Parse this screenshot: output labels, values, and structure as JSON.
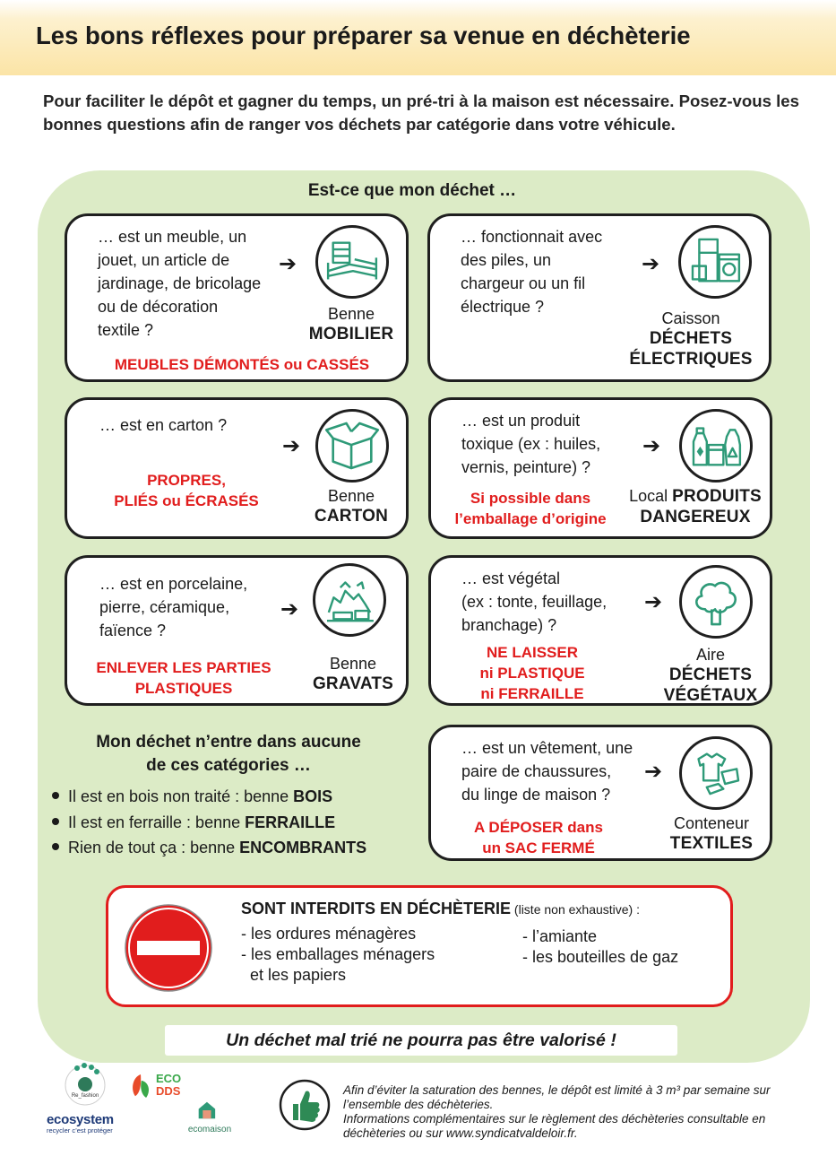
{
  "title": "Les bons réflexes pour préparer sa venue en déchèterie",
  "intro": "Pour faciliter le dépôt et gagner du temps, un pré-tri à la maison est nécessaire. Posez-vous les bonnes questions afin de ranger vos déchets par catégorie dans votre véhicule.",
  "question": "Est-ce que mon déchet …",
  "arrow": "➔",
  "cards": {
    "mobilier": {
      "q": [
        "… est un meuble, un",
        "jouet, un article de",
        "jardinage, de bricolage",
        "ou de décoration",
        "textile ?"
      ],
      "dest_line": "Benne",
      "dest_bold": [
        "MOBILIER"
      ],
      "note": [
        "MEUBLES  DÉMONTÉS ou CASSÉS"
      ],
      "icon": "furniture-icon"
    },
    "electriques": {
      "q": [
        "… fonctionnait avec",
        "des piles, un",
        "chargeur ou un fil",
        "électrique ?"
      ],
      "dest_line": "Caisson",
      "dest_bold": [
        "DÉCHETS",
        "ÉLECTRIQUES"
      ],
      "note": [],
      "icon": "appliances-icon"
    },
    "carton": {
      "q": [
        "… est en carton ?"
      ],
      "dest_line": "Benne",
      "dest_bold": [
        "CARTON"
      ],
      "note": [
        "PROPRES,",
        "PLIÉS ou ÉCRASÉS"
      ],
      "icon": "box-icon"
    },
    "dangereux": {
      "q": [
        "… est un produit",
        "toxique (ex : huiles,",
        "vernis, peinture) ?"
      ],
      "dest_line": "Local",
      "dest_inline_bold": "PRODUITS",
      "dest_bold": [
        "DANGEREUX"
      ],
      "note": [
        "Si possible dans",
        "l’emballage d’origine"
      ],
      "icon": "hazard-products-icon"
    },
    "gravats": {
      "q": [
        "… est en porcelaine,",
        "pierre, céramique,",
        "faïence ?"
      ],
      "dest_line": "Benne",
      "dest_bold": [
        "GRAVATS"
      ],
      "note": [
        "ENLEVER LES PARTIES",
        "PLASTIQUES"
      ],
      "icon": "rubble-icon"
    },
    "vegetaux": {
      "q": [
        "… est végétal",
        "(ex : tonte, feuillage,",
        "branchage) ?"
      ],
      "dest_line": "Aire",
      "dest_bold": [
        "DÉCHETS",
        "VÉGÉTAUX"
      ],
      "note": [
        "NE LAISSER",
        "ni PLASTIQUE",
        "ni FERRAILLE"
      ],
      "icon": "tree-icon"
    },
    "textiles": {
      "q": [
        "… est un vêtement, une",
        "paire de chaussures,",
        "du linge de maison ?"
      ],
      "dest_line": "Conteneur",
      "dest_bold": [
        "TEXTILES"
      ],
      "note": [
        "A DÉPOSER dans",
        "un SAC FERMÉ"
      ],
      "icon": "clothes-icon"
    }
  },
  "other": {
    "title_1": "Mon déchet n’entre dans aucune",
    "title_2": "de ces catégories …",
    "items": [
      {
        "text": "Il est en bois non traité : benne ",
        "bold": "BOIS"
      },
      {
        "text": "Il est en ferraille : benne ",
        "bold": "FERRAILLE"
      },
      {
        "text": "Rien de tout ça : benne ",
        "bold": "ENCOMBRANTS"
      }
    ]
  },
  "forbidden": {
    "title": "SONT INTERDITS EN DÉCHÈTERIE",
    "subtitle": " (liste non exhaustive) :",
    "left": [
      "- les ordures ménagères",
      "- les emballages ménagers",
      "  et les papiers"
    ],
    "right": [
      "- l’amiante",
      "- les bouteilles de gaz"
    ],
    "icon": "no-entry-sign-icon"
  },
  "banner": "Un déchet mal trié ne pourra pas être valorisé !",
  "footer": {
    "note_1": "Afin d’éviter la saturation des bennes, le dépôt est limité à 3 m³ par semaine sur l’ensemble des déchèteries.",
    "note_2": "Informations complémentaires sur le règlement des déchèteries consultable en déchèteries ou sur www.syndicatvaldeloir.fr.",
    "logos": {
      "ecosystem": "ecosystem",
      "ecosystem_tag": "recycler c’est protéger",
      "ecodds_1": "ECO",
      "ecodds_2": "DDS",
      "ecomaison": "ecomaison",
      "refashion": "Re_fashion"
    },
    "thumb_icon": "thumbs-up-icon"
  },
  "colors": {
    "panel": "#dcebc6",
    "icon_green": "#2e9a78",
    "red": "#e11d1d",
    "header": "#fbe4a6"
  }
}
